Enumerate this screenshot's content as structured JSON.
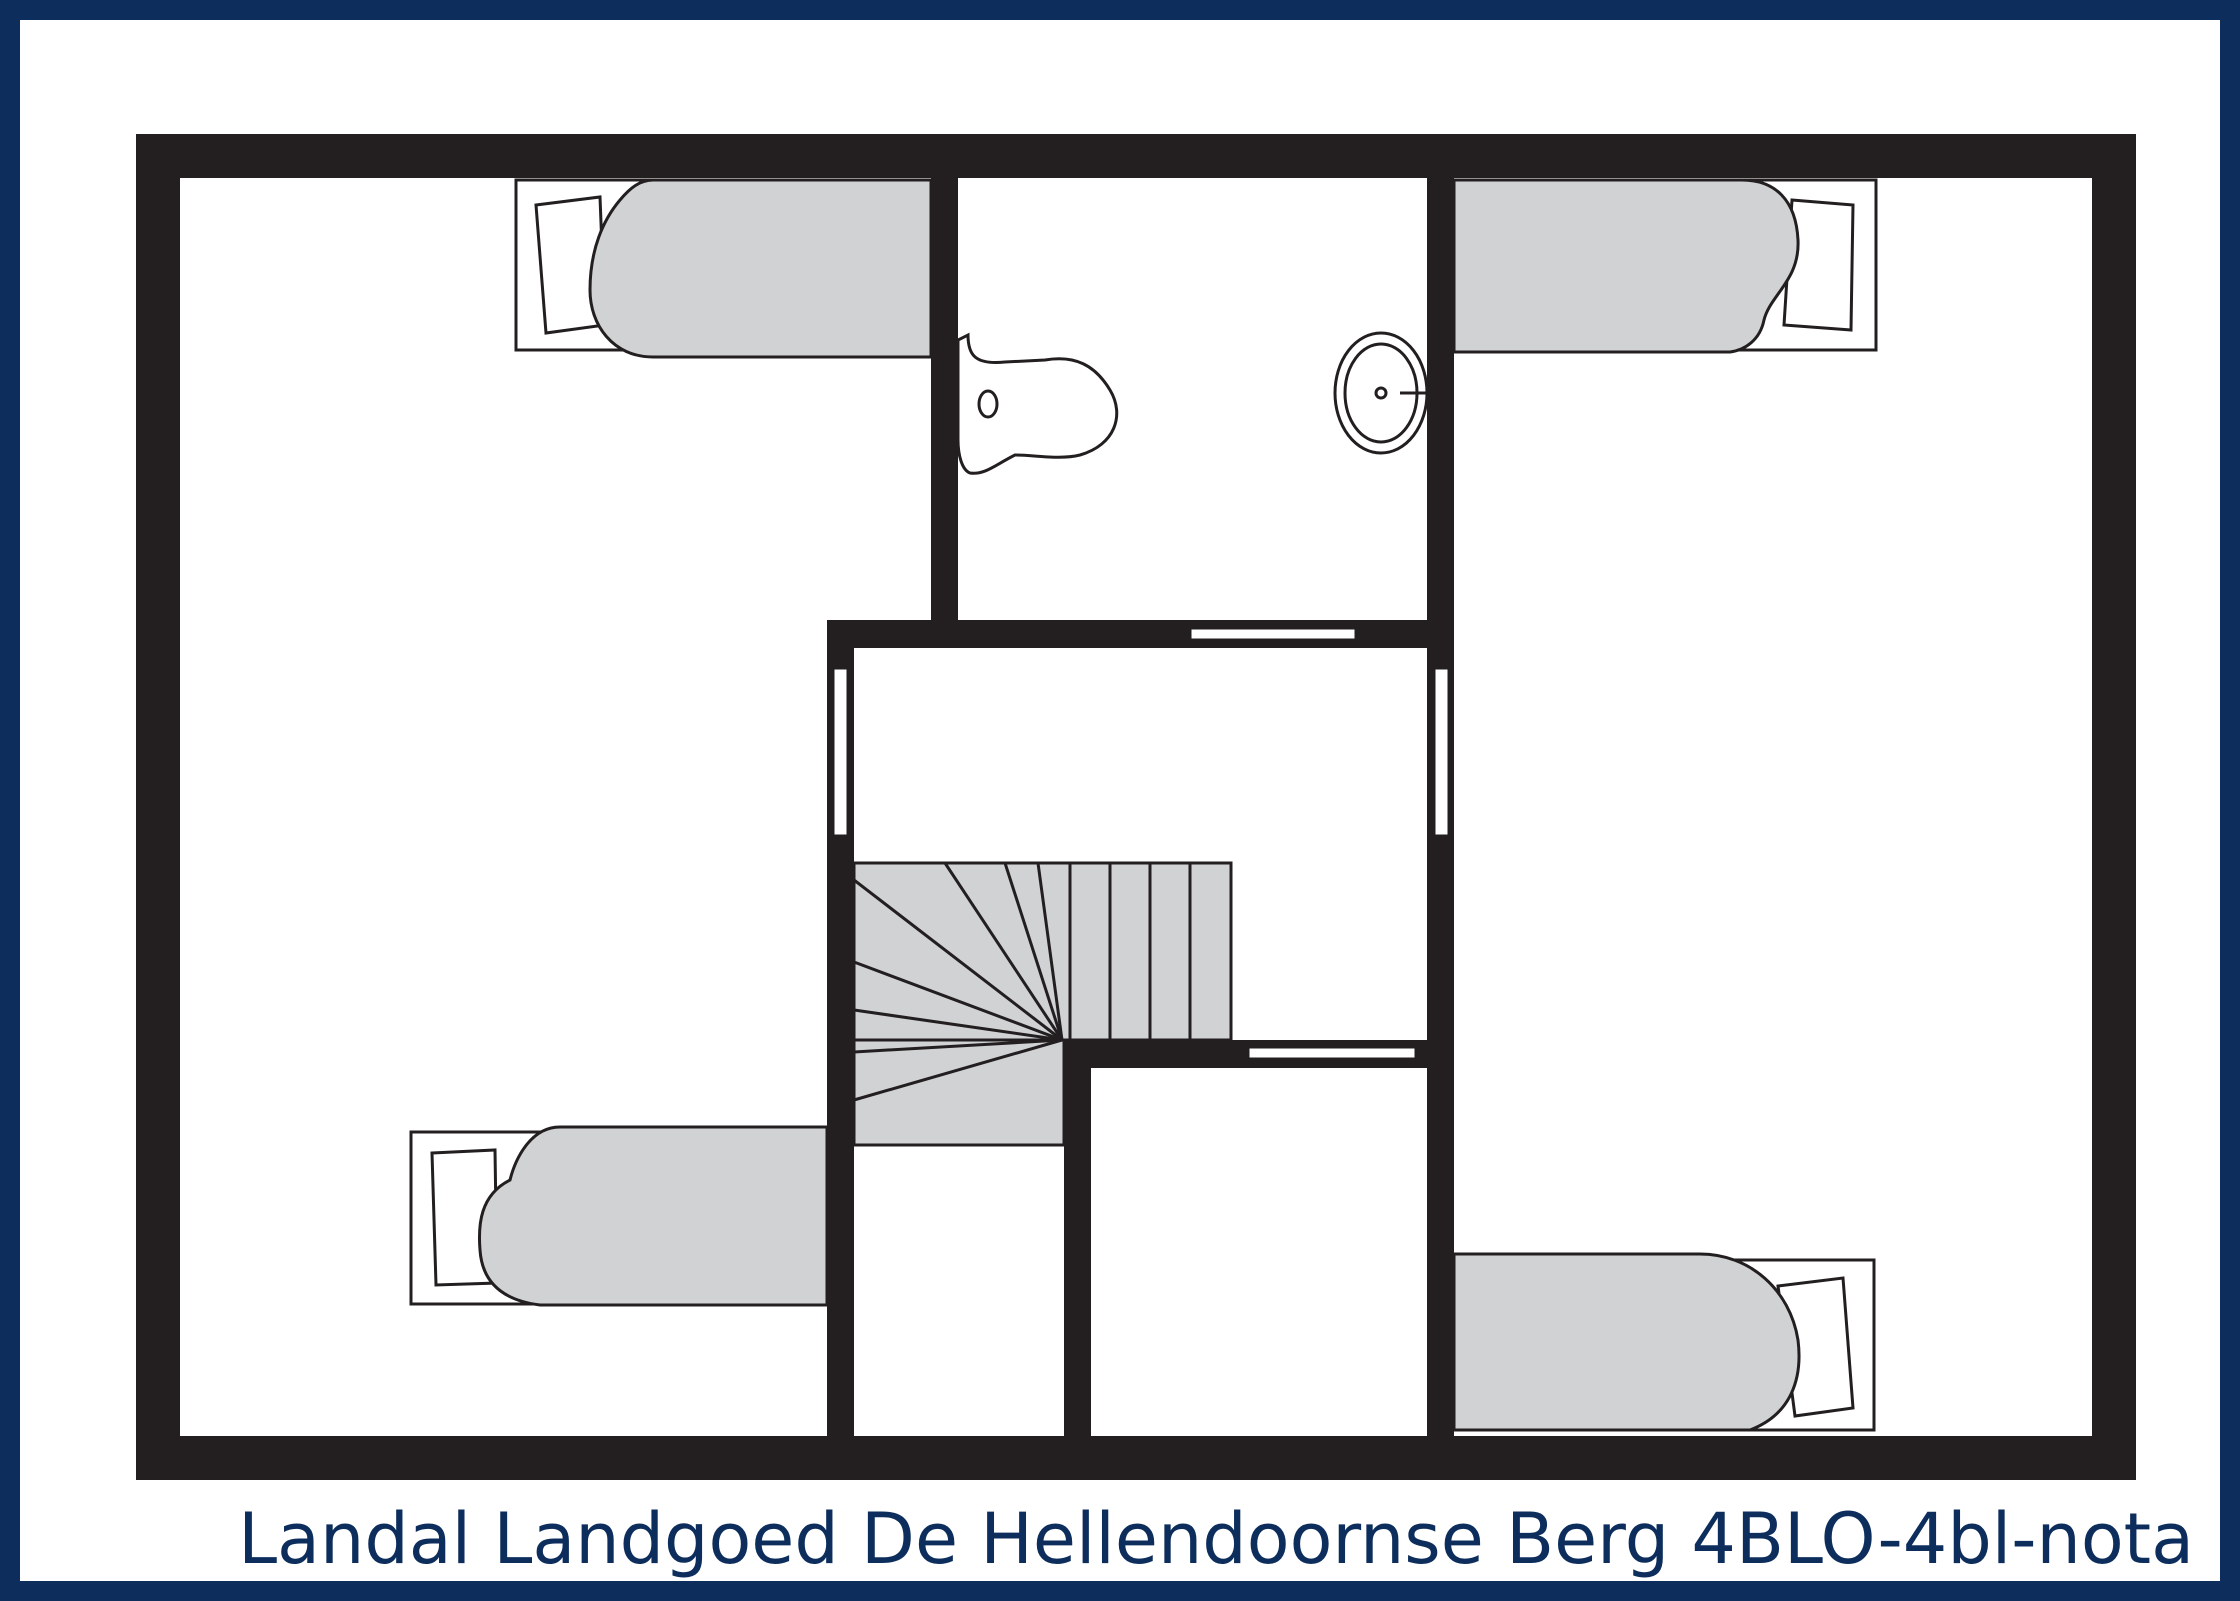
{
  "caption": "Landal Landgoed De Hellendoornse Berg 4BLO-4bl-nota",
  "colors": {
    "frame": "#0d2e5c",
    "wall": "#231f20",
    "furniture_fill": "#d1d2d4",
    "background": "#ffffff"
  },
  "plan": {
    "beds": 4,
    "fixtures": [
      "toilet",
      "sink",
      "staircase"
    ]
  }
}
